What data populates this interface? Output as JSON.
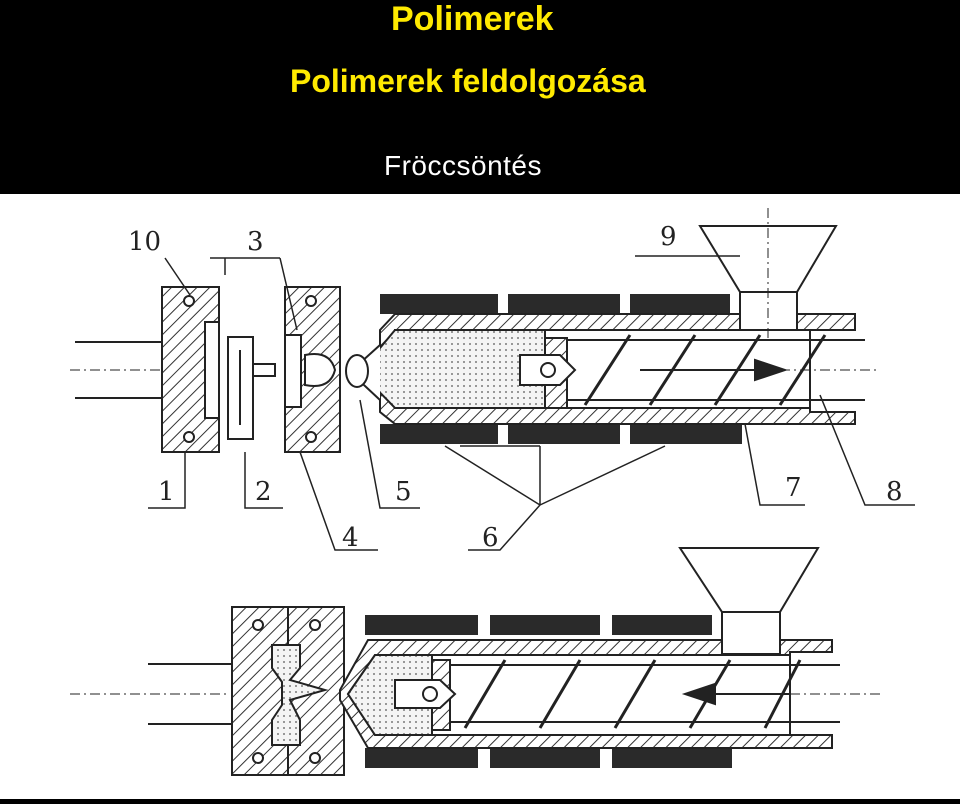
{
  "header": {
    "title": "Polimerek",
    "subtitle": "Polimerek feldolgozása",
    "topic": "Fröccsöntés"
  },
  "diagram": {
    "labels": [
      "1",
      "2",
      "3",
      "4",
      "5",
      "6",
      "7",
      "8",
      "9",
      "10"
    ]
  },
  "colors": {
    "background": "#000000",
    "title": "#ffea00",
    "topic": "#ffffff",
    "figure_bg": "#ffffff",
    "ink": "#222222"
  }
}
